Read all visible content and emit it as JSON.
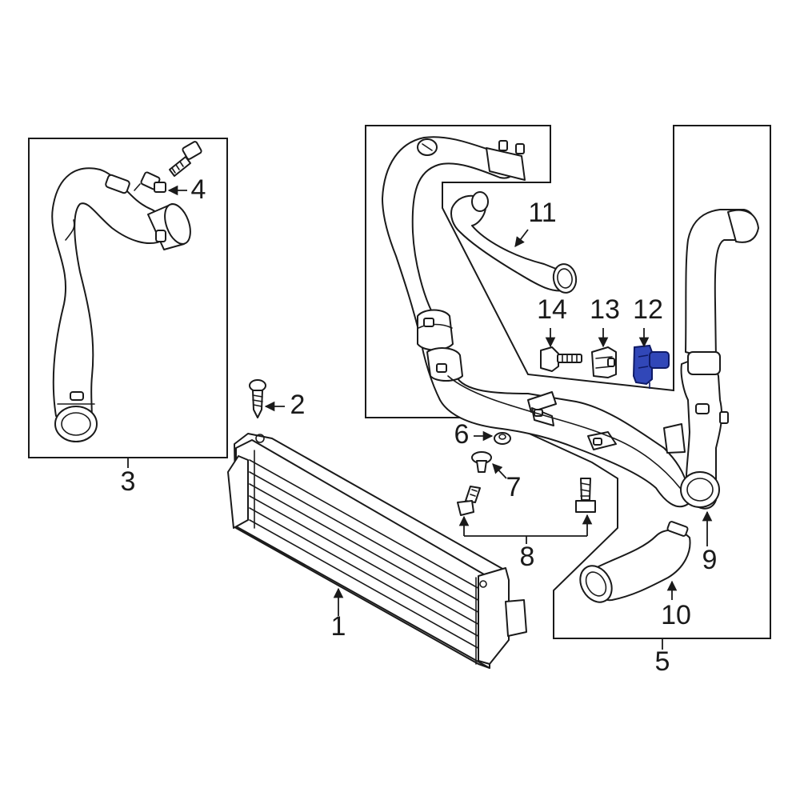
{
  "callouts": {
    "c1": "1",
    "c2": "2",
    "c3": "3",
    "c4": "4",
    "c5": "5",
    "c6": "6",
    "c7": "7",
    "c8": "8",
    "c9": "9",
    "c10": "10",
    "c11": "11",
    "c12": "12",
    "c13": "13",
    "c14": "14"
  },
  "colors": {
    "line": "#1a1a1a",
    "highlight_fill": "#3147b8",
    "highlight_stroke": "#0e1a66",
    "background": "#ffffff"
  }
}
